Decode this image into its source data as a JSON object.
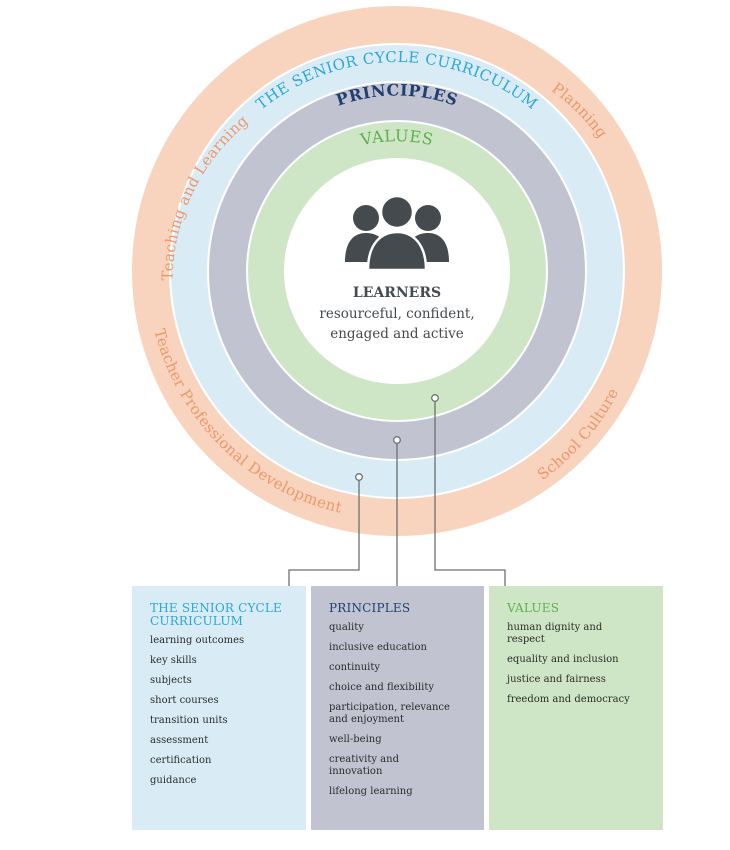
{
  "outer_ring": {
    "teaching_learning": "Teaching and Learning",
    "planning": "Planning",
    "teacher_pd": "Teacher Professional Development",
    "school_culture": "School Culture"
  },
  "curriculum_ring": {
    "label": "THE SENIOR CYCLE CURRICULUM"
  },
  "principles_ring": {
    "label": "PRINCIPLES"
  },
  "values_ring": {
    "label": "VALUES"
  },
  "center": {
    "icon": "people-group-icon",
    "title": "LEARNERS",
    "line1": "resourceful, confident,",
    "line2": "engaged and active"
  },
  "panels": {
    "curriculum": {
      "title_line1": "THE SENIOR CYCLE",
      "title_line2": "CURRICULUM",
      "items": [
        "learning outcomes",
        "key skills",
        "subjects",
        "short courses",
        "transition units",
        "assessment",
        "certification",
        "guidance"
      ]
    },
    "principles": {
      "title": "PRINCIPLES",
      "items": [
        "quality",
        "inclusive education",
        "continuity",
        "choice and flexibility",
        "participation, relevance|and enjoyment",
        "well-being",
        "creativity and|innovation",
        "lifelong learning"
      ]
    },
    "values": {
      "title": "VALUES",
      "items": [
        "human dignity and|respect",
        "equality and inclusion",
        "justice and fairness",
        "freedom and democracy"
      ]
    }
  },
  "colors": {
    "outer": "#f8d3bd",
    "outer_text": "#ef9768",
    "curriculum": "#d9ecf5",
    "curriculum_text": "#2aa7d6",
    "principles": "#c1c3d1",
    "principles_text": "#1f3f73",
    "values": "#cfe6c6",
    "values_text": "#5db04e",
    "icon": "#454a4f"
  }
}
